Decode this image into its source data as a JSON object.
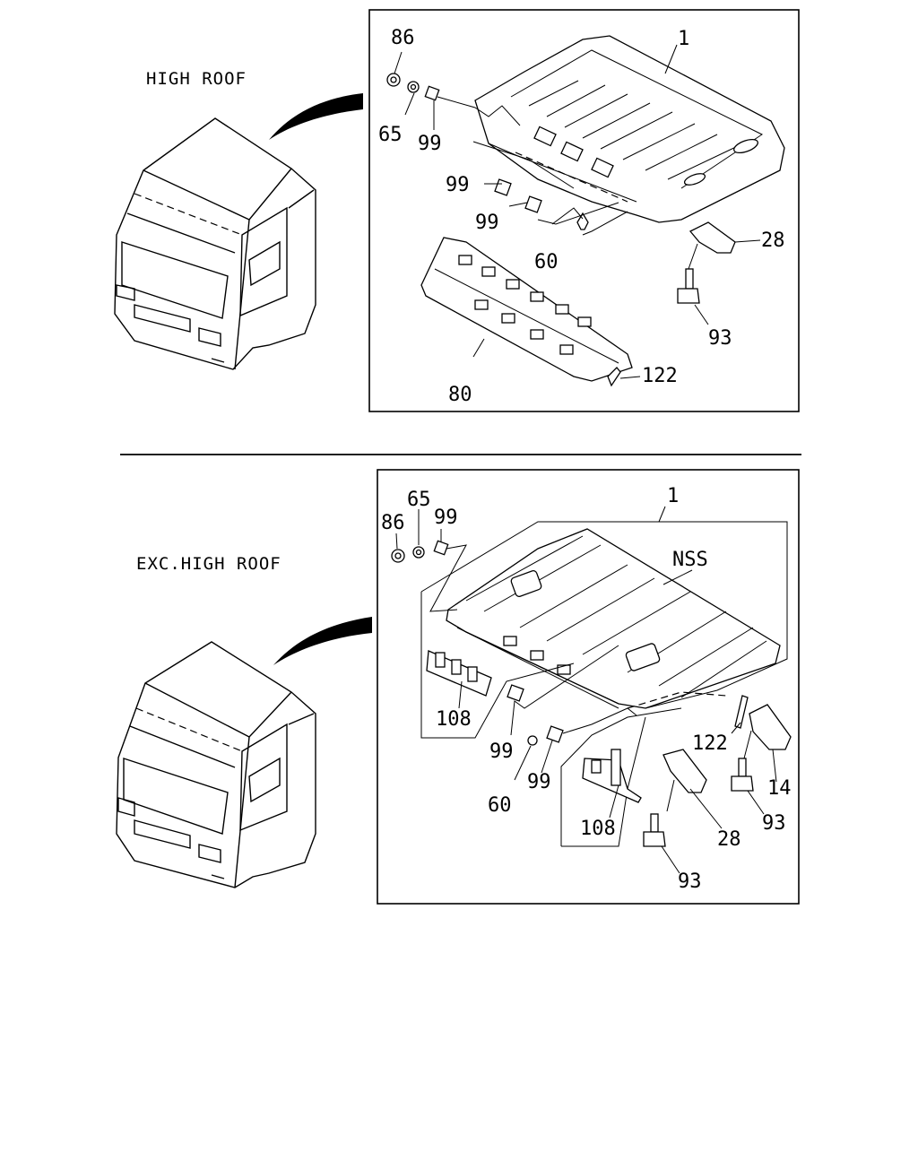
{
  "top_section": {
    "caption": "HIGH ROOF",
    "callouts": {
      "c86": "86",
      "c65": "65",
      "c99a": "99",
      "c99b": "99",
      "c99c": "99",
      "c1": "1",
      "c60": "60",
      "c28": "28",
      "c93": "93",
      "c80": "80",
      "c122": "122"
    }
  },
  "bottom_section": {
    "caption": "EXC.HIGH ROOF",
    "callouts": {
      "c65": "65",
      "c86": "86",
      "c99a": "99",
      "c1": "1",
      "cNSS": "NSS",
      "c108a": "108",
      "c99b": "99",
      "c60": "60",
      "c99c": "99",
      "c122": "122",
      "c14": "14",
      "c108b": "108",
      "c28": "28",
      "c93a": "93",
      "c93b": "93"
    }
  }
}
